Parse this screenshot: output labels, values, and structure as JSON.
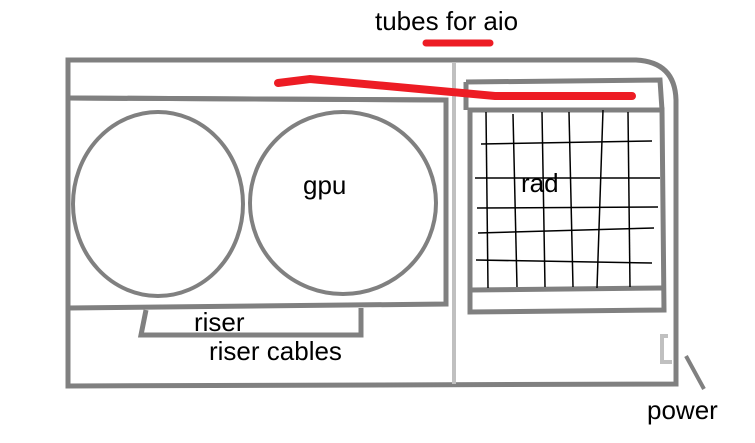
{
  "title_annotation": "tubes for aio",
  "labels": {
    "gpu": "gpu",
    "rad": "rad",
    "riser": "riser",
    "riser_cables": "riser cables",
    "power": "power"
  },
  "colors": {
    "outline": "#808080",
    "divider": "#c0c0c0",
    "tube": "#ed1c24",
    "grid": "#000000",
    "background": "#ffffff"
  }
}
